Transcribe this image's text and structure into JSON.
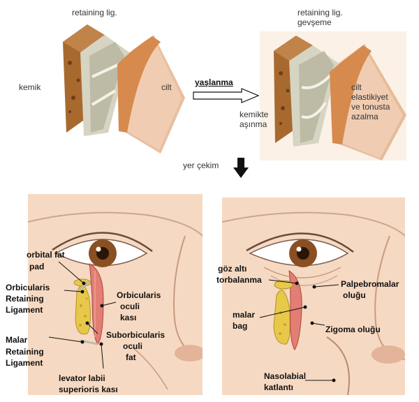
{
  "top": {
    "label_retaining": "retaining lig.",
    "label_kemik": "kemik",
    "label_cilt": "cilt",
    "label_yaslanma": "yaşlanma",
    "label_retaining_gevseme": "retaining lig.",
    "label_gevseme": "gevşeme",
    "label_kemikte": "kemikte",
    "label_asinma": "aşınma",
    "label_cilt2": "cilt",
    "label_elastikiyet": "elastikiyet",
    "label_tonusta": "ve tonusta",
    "label_azalma": "azalma",
    "label_yer_cekim": "yer çekim"
  },
  "left_panel": {
    "orbital_fat": "orbital fat",
    "pad": "pad",
    "orbicularis": "Orbicularis",
    "retaining": "Retaining",
    "ligament": "Ligament",
    "orb_oculi": "Orbicularis",
    "oculi": "oculi",
    "kasi": "kası",
    "suborbicularis": "Suborbicularis",
    "oculi2": "oculi",
    "fat": "fat",
    "malar": "Malar",
    "malar_retaining": "Retaining",
    "malar_ligament": "Ligament",
    "levator": "levator labii",
    "superioris": "superioris kası"
  },
  "right_panel": {
    "goz_alti": "göz altı",
    "torbalanma": "torbalanma",
    "palpebromalar": "Palpebromalar",
    "olugu": "oluğu",
    "malar": "malar",
    "bag": "bag",
    "zigoma": "Zigoma oluğu",
    "nasolabial": "Nasolabial",
    "katlanti": "katlantı"
  },
  "colors": {
    "skin": "#f1d2b8",
    "skin_dark": "#d9a57e",
    "bone": "#a8692f",
    "ligament": "#c9c7b4",
    "fat": "#e8c84a",
    "muscle": "#e27e73",
    "iris": "#8a4f22"
  }
}
